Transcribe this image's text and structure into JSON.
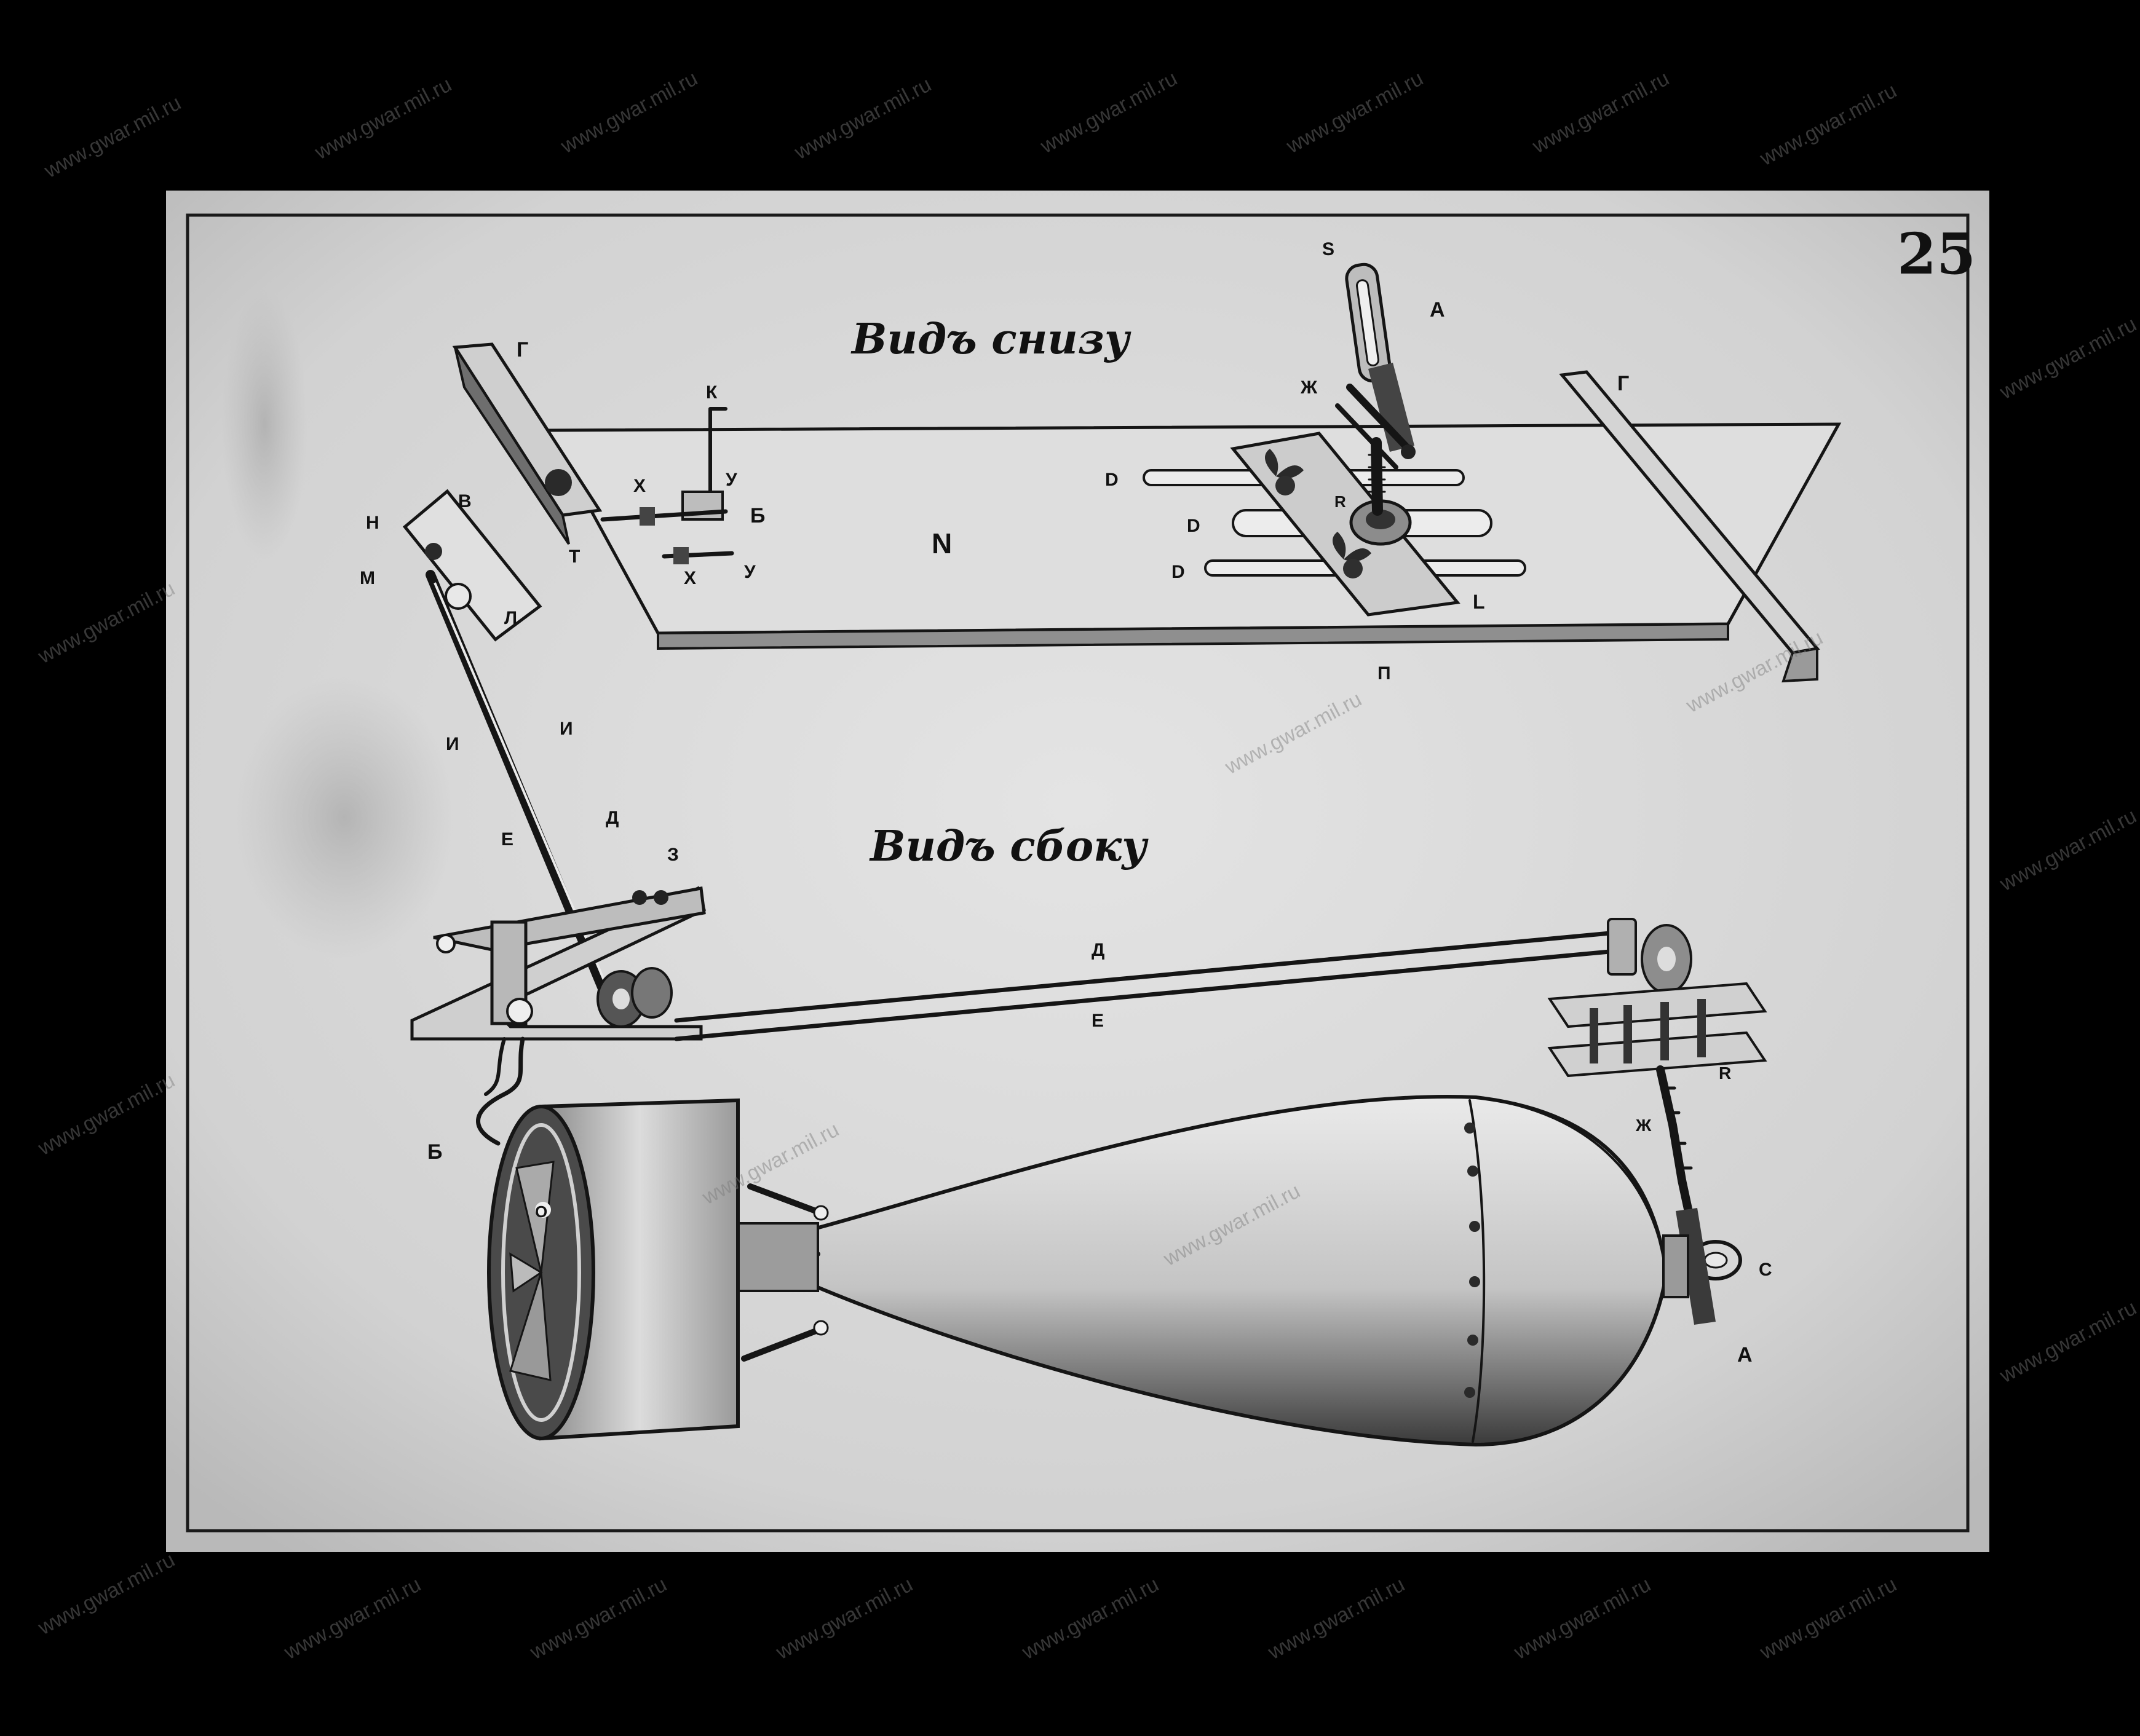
{
  "sheet": {
    "page_number": "25",
    "title_bottom_view": "Видъ снизу",
    "title_side_view": "Видъ сбоку"
  },
  "watermark": {
    "text": "www.gwar.mil.ru"
  },
  "labels_bottom_view": {
    "g_left": "Г",
    "g_right": "Г",
    "k": "К",
    "x_top": "Х",
    "u_top": "У",
    "b": "Б",
    "t": "Т",
    "x_bottom": "Х",
    "u_bottom": "У",
    "n": "N",
    "s": "S",
    "a": "А",
    "zh": "Ж",
    "d1": "D",
    "d2": "D",
    "d3": "D",
    "r": "R",
    "l": "L",
    "p": "П",
    "v": "В",
    "n_cyr": "Н",
    "m": "М",
    "l_cyr": "Л",
    "i1": "И",
    "i2": "И"
  },
  "labels_side_view": {
    "e_upper": "Е",
    "d_upper": "Д",
    "z": "З",
    "d_rod": "Д",
    "e_rod": "Е",
    "b": "Б",
    "o": "О",
    "r": "R",
    "zh": "Ж",
    "c": "С",
    "a": "А"
  },
  "colors": {
    "background": "#000000",
    "paper": "#d9d9d9",
    "ink": "#151515"
  }
}
